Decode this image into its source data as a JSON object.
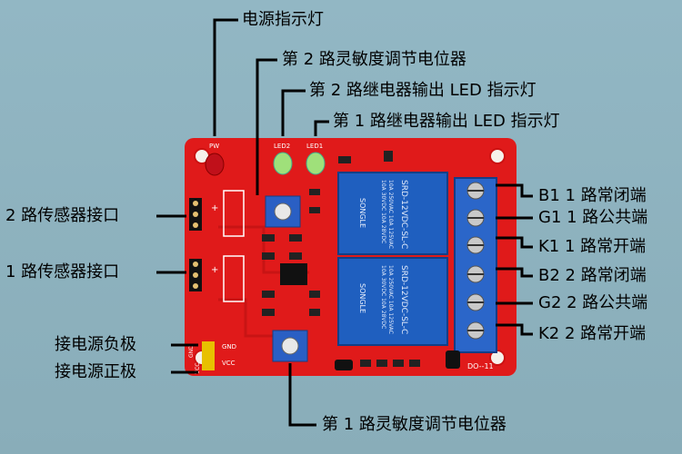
{
  "labels": {
    "power_led": "电源指示灯",
    "sensitivity_pot_2": "第 2 路灵敏度调节电位器",
    "relay_led_2": "第 2 路继电器输出 LED 指示灯",
    "relay_led_1": "第 1 路继电器输出 LED 指示灯",
    "sensor_port_2": "2 路传感器接口",
    "sensor_port_1": "1 路传感器接口",
    "power_negative": "接电源负极",
    "power_positive": "接电源正极",
    "b1": "B1 1 路常闭端",
    "g1": "G1 1 路公共端",
    "k1": "K1 1 路常开端",
    "b2": "B2 2 路常闭端",
    "g2": "G2 2 路公共端",
    "k2": "K2 2 路常开端",
    "sensitivity_pot_1": "第 1 路灵敏度调节电位器"
  },
  "board_silk": {
    "pw": "PW",
    "led2": "LED2",
    "led1": "LED1",
    "gnd": "GND",
    "vcc": "VCC",
    "header_gnd": "GND",
    "header_vcc": "VCC",
    "plus_top": "+",
    "plus_bottom": "+",
    "board_id": "DO--11"
  },
  "relay": {
    "model": "SRD-12VDC-SL-C",
    "rating_1": "10A 250VAC  10A 125VAC",
    "rating_2": "10A 30VDC   10A 28VDC",
    "brand": "SONGLE"
  },
  "colors": {
    "pcb": "#e01a1a",
    "relay": "#1f5fbf",
    "terminal": "#2b66c9",
    "background": "#8fb3c0"
  }
}
